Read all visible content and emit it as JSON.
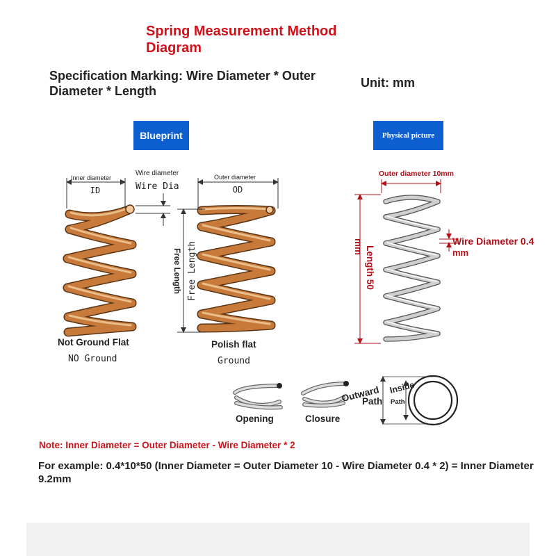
{
  "title": "Spring Measurement Method Diagram",
  "spec_marking": "Specification Marking: Wire Diameter * Outer Diameter * Length",
  "unit": "Unit: mm",
  "buttons": {
    "blueprint": "Blueprint",
    "physical": "Physical picture"
  },
  "blueprint": {
    "inner_diameter_label": "Inner diameter",
    "id_label": "ID",
    "wire_diameter_label": "Wire diameter",
    "wire_dia_label": "Wire Dia",
    "outer_diameter_label": "Outer diameter",
    "od_label": "OD",
    "free_length_cn": "Free Length",
    "free_length_en": "Free Length",
    "not_ground_label": "Not Ground Flat",
    "no_ground_label": "NO Ground",
    "polish_flat_label": "Polish flat",
    "ground_label": "Ground"
  },
  "physical": {
    "outer_diameter": "Outer diameter 10mm",
    "length_line1": "Length 50",
    "length_line2": "mm",
    "wire_diameter_line1": "Wire Diameter 0.4",
    "wire_diameter_line2": "mm"
  },
  "ends": {
    "opening": "Opening",
    "closure": "Closure",
    "outward": "Outward",
    "path_big": "Path",
    "inside": "Inside",
    "path_small": "Path"
  },
  "note": "Note: Inner Diameter = Outer Diameter - Wire Diameter * 2",
  "example": "For example: 0.4*10*50 (Inner Diameter = Outer Diameter 10 - Wire Diameter 0.4 * 2) = Inner Diameter 9.2mm",
  "colors": {
    "title_red": "#d0121b",
    "button_blue": "#0d5fd0",
    "spring_copper": "#c87a3a",
    "spring_outline": "#5a3515",
    "steel": "#9a9a9a",
    "dimension_red": "#b0101a"
  }
}
